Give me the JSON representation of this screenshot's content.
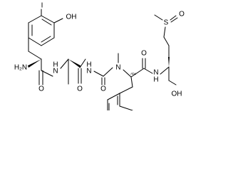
{
  "structure": {
    "atom_labels": {
      "iodine": "I",
      "hydroxyl_top": "OH",
      "amine": "H₂N",
      "amide_nh_1": "H",
      "amide_n_1": "N",
      "carbonyl_o_1": "O",
      "amide_nh_2": "H",
      "amide_n_2": "N",
      "carbonyl_o_2": "O",
      "methyl_n": "N",
      "carbonyl_o_3": "O",
      "stereo_flag": "Abs",
      "amide_nh_3": "H",
      "amide_n_3": "N",
      "sulfur": "S",
      "sulfoxide_o": "O",
      "hydroxyl_bottom": "OH"
    }
  }
}
